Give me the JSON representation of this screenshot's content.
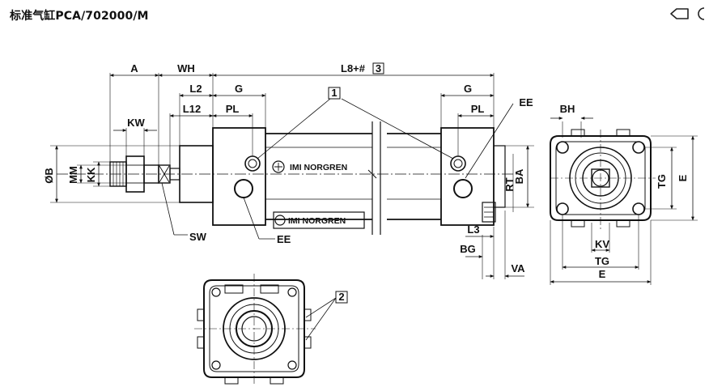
{
  "title": "标准气缸PCA/702000/M",
  "toolbar": {
    "icons": [
      "tag-outline-icon",
      "circle-partial-icon"
    ]
  },
  "diagram": {
    "brand": "IMI NORGREN",
    "callouts": [
      "1",
      "2",
      "3"
    ],
    "top_labels": {
      "a": "A",
      "wh": "WH",
      "l8": "L8+#",
      "l8_box": "3",
      "l2": "L2",
      "g_left": "G",
      "g_right": "G",
      "l12": "L12",
      "pl_left": "PL",
      "pl_right": "PL",
      "kw": "KW",
      "ee_top": "EE",
      "bh": "BH"
    },
    "left_labels": {
      "ob": "ØB",
      "mm": "MM",
      "kk": "KK"
    },
    "bottom_labels": {
      "sw": "SW",
      "ee_bottom": "EE",
      "l3": "L3",
      "bg": "BG",
      "va": "VA"
    },
    "right_labels": {
      "rt": "RT",
      "ba": "BA",
      "tg_v": "TG",
      "e_v": "E"
    },
    "end_view_labels": {
      "kv": "KV",
      "tg_h": "TG",
      "e_h": "E"
    }
  }
}
